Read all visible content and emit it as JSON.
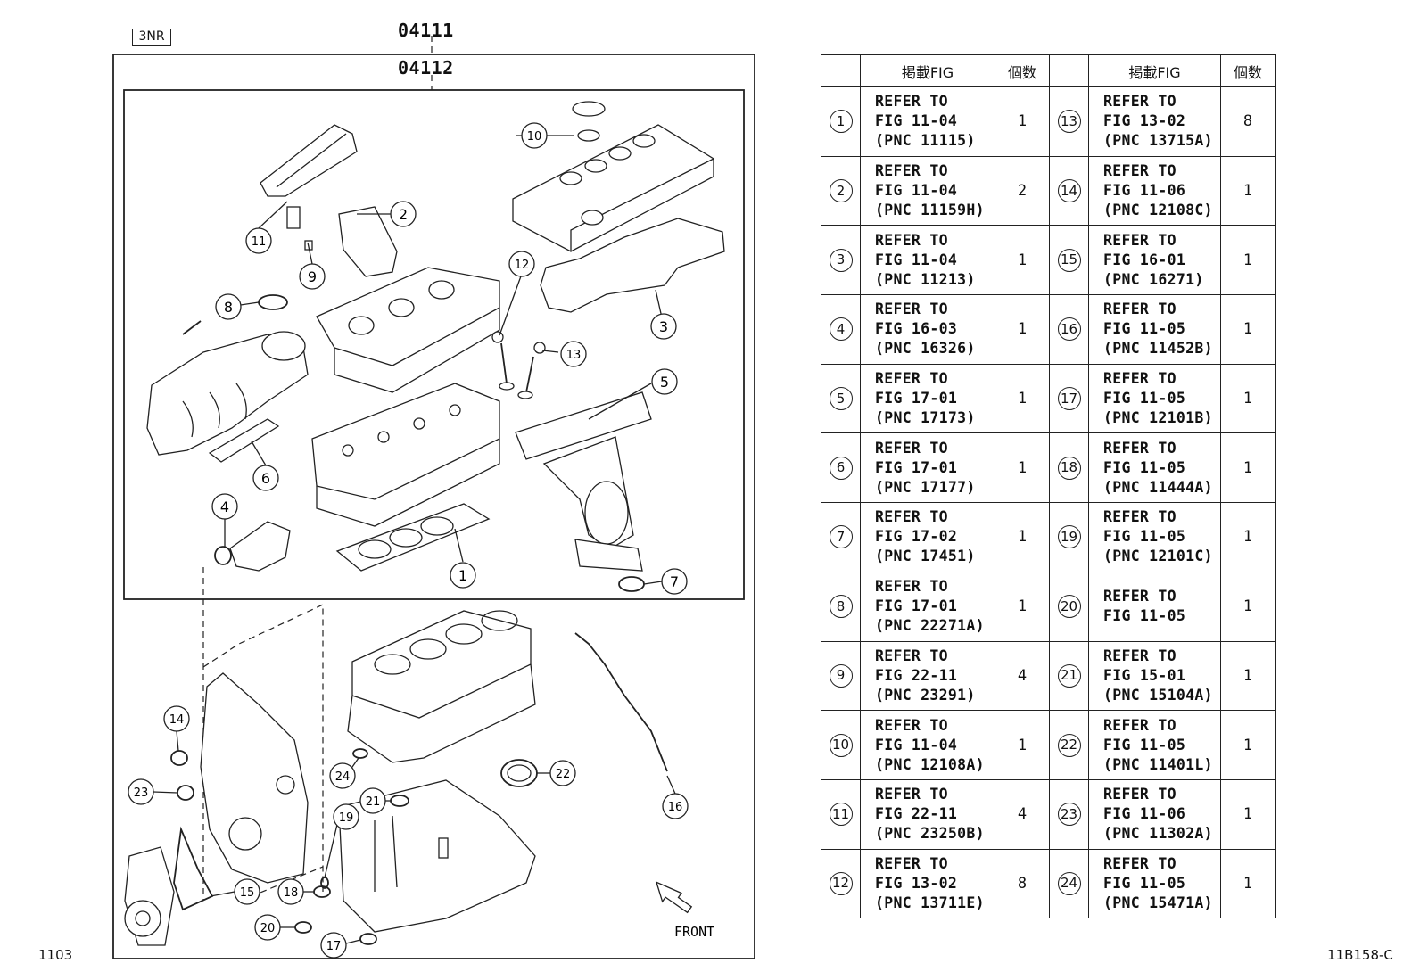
{
  "header": {
    "engine_code": "3NR",
    "kit_outer": "04111",
    "kit_inner": "04112"
  },
  "diagram": {
    "callouts": [
      "1",
      "2",
      "3",
      "4",
      "5",
      "6",
      "7",
      "8",
      "9",
      "10",
      "11",
      "12",
      "13",
      "14",
      "15",
      "16",
      "17",
      "18",
      "19",
      "20",
      "21",
      "22",
      "23",
      "24"
    ],
    "front_label": "FRONT"
  },
  "table": {
    "col_fig": "掲載FIG",
    "col_qty": "個数",
    "rows": [
      {
        "no": "1",
        "ref": "REFER TO\nFIG 11-04\n(PNC 11115)",
        "qty": "1",
        "no2": "13",
        "ref2": "REFER TO\nFIG 13-02\n(PNC 13715A)",
        "qty2": "8"
      },
      {
        "no": "2",
        "ref": "REFER TO\nFIG 11-04\n(PNC 11159H)",
        "qty": "2",
        "no2": "14",
        "ref2": "REFER TO\nFIG 11-06\n(PNC 12108C)",
        "qty2": "1"
      },
      {
        "no": "3",
        "ref": "REFER TO\nFIG 11-04\n(PNC 11213)",
        "qty": "1",
        "no2": "15",
        "ref2": "REFER TO\nFIG 16-01\n(PNC 16271)",
        "qty2": "1"
      },
      {
        "no": "4",
        "ref": "REFER TO\nFIG 16-03\n(PNC 16326)",
        "qty": "1",
        "no2": "16",
        "ref2": "REFER TO\nFIG 11-05\n(PNC 11452B)",
        "qty2": "1"
      },
      {
        "no": "5",
        "ref": "REFER TO\nFIG 17-01\n(PNC 17173)",
        "qty": "1",
        "no2": "17",
        "ref2": "REFER TO\nFIG 11-05\n(PNC 12101B)",
        "qty2": "1"
      },
      {
        "no": "6",
        "ref": "REFER TO\nFIG 17-01\n(PNC 17177)",
        "qty": "1",
        "no2": "18",
        "ref2": "REFER TO\nFIG 11-05\n(PNC 11444A)",
        "qty2": "1"
      },
      {
        "no": "7",
        "ref": "REFER TO\nFIG 17-02\n(PNC 17451)",
        "qty": "1",
        "no2": "19",
        "ref2": "REFER TO\nFIG 11-05\n(PNC 12101C)",
        "qty2": "1"
      },
      {
        "no": "8",
        "ref": "REFER TO\nFIG 17-01\n(PNC 22271A)",
        "qty": "1",
        "no2": "20",
        "ref2": "REFER TO\nFIG 11-05",
        "qty2": "1"
      },
      {
        "no": "9",
        "ref": "REFER TO\nFIG 22-11\n(PNC 23291)",
        "qty": "4",
        "no2": "21",
        "ref2": "REFER TO\nFIG 15-01\n(PNC 15104A)",
        "qty2": "1"
      },
      {
        "no": "10",
        "ref": "REFER TO\nFIG 11-04\n(PNC 12108A)",
        "qty": "1",
        "no2": "22",
        "ref2": "REFER TO\nFIG 11-05\n(PNC 11401L)",
        "qty2": "1"
      },
      {
        "no": "11",
        "ref": "REFER TO\nFIG 22-11\n(PNC 23250B)",
        "qty": "4",
        "no2": "23",
        "ref2": "REFER TO\nFIG 11-06\n(PNC 11302A)",
        "qty2": "1"
      },
      {
        "no": "12",
        "ref": "REFER TO\nFIG 13-02\n(PNC 13711E)",
        "qty": "8",
        "no2": "24",
        "ref2": "REFER TO\nFIG 11-05\n(PNC 15471A)",
        "qty2": "1"
      }
    ]
  },
  "footer": {
    "page_left": "1103",
    "figure_id": "11B158-C"
  }
}
